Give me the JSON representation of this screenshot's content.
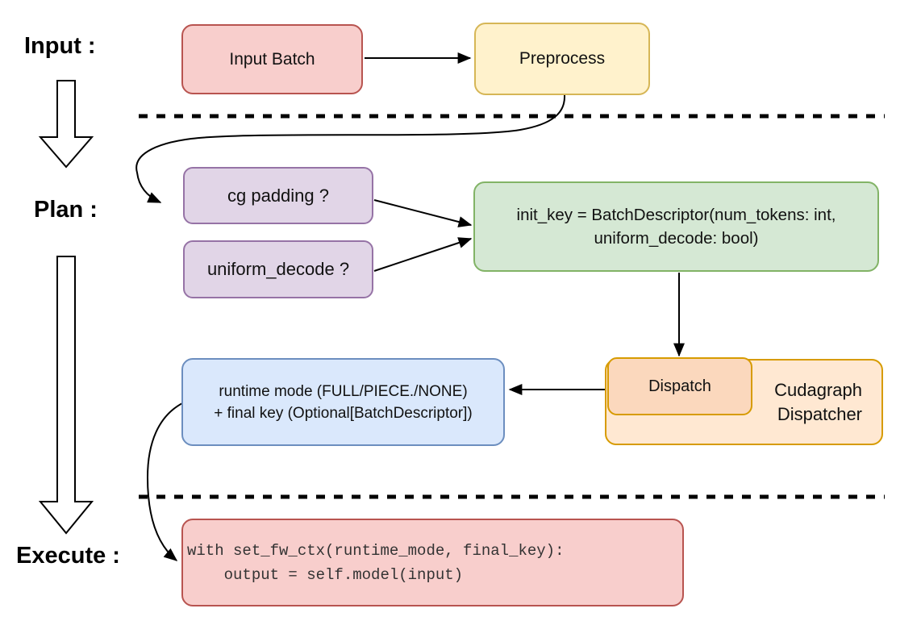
{
  "diagram": {
    "stage_labels": {
      "input": "Input :",
      "plan": "Plan :",
      "execute": "Execute :"
    },
    "nodes": {
      "input_batch": {
        "label": "Input Batch",
        "fill": "#f8cecc",
        "stroke": "#b85450"
      },
      "preprocess": {
        "label": "Preprocess",
        "fill": "#fff2cc",
        "stroke": "#d6b656"
      },
      "cg_padding": {
        "label": "cg padding ?",
        "fill": "#e1d5e7",
        "stroke": "#9673a6"
      },
      "uniform_decode": {
        "label": "uniform_decode ?",
        "fill": "#e1d5e7",
        "stroke": "#9673a6"
      },
      "init_key": {
        "line1": "init_key = BatchDescriptor(num_tokens: int,",
        "line2": "uniform_decode: bool)",
        "fill": "#d5e8d4",
        "stroke": "#82b366"
      },
      "dispatch": {
        "label": "Dispatch",
        "fill": "#fbd8bd",
        "stroke": "#d79b00"
      },
      "cudagraph_dispatcher": {
        "line1": "Cudagraph",
        "line2": "Dispatcher",
        "fill": "#ffe8d2",
        "stroke": "#d79b00"
      },
      "runtime_result": {
        "line1": "runtime mode (FULL/PIECE./NONE)",
        "line2": "+ final key (Optional[BatchDescriptor])",
        "fill": "#dae8fc",
        "stroke": "#6c8ebf"
      },
      "execute_code": {
        "line1": "with set_fw_ctx(runtime_mode, final_key):",
        "line2": "    output = self.model(input)",
        "fill": "#f8cecc",
        "stroke": "#b85450"
      }
    },
    "connector_color": "#000000"
  }
}
